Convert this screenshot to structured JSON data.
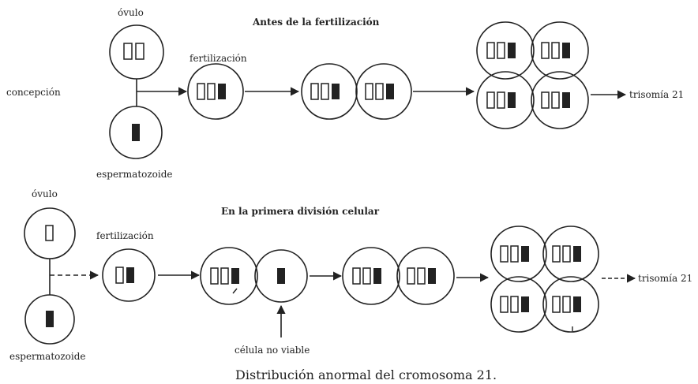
{
  "top": {
    "title": "Antes de la fertilización",
    "ovulo": "óvulo",
    "concepcion": "concepción",
    "espermatozoide": "espermatozoide",
    "fertilizacion": "fertilización",
    "result": "trisomía 21"
  },
  "bottom": {
    "title": "En la primera división celular",
    "ovulo": "óvulo",
    "espermatozoide": "espermatozoide",
    "fertilizacion": "fertilización",
    "nonviable": "célula no viable",
    "result": "trisomía 21"
  },
  "caption": "Distribución anormal del cromosoma 21."
}
